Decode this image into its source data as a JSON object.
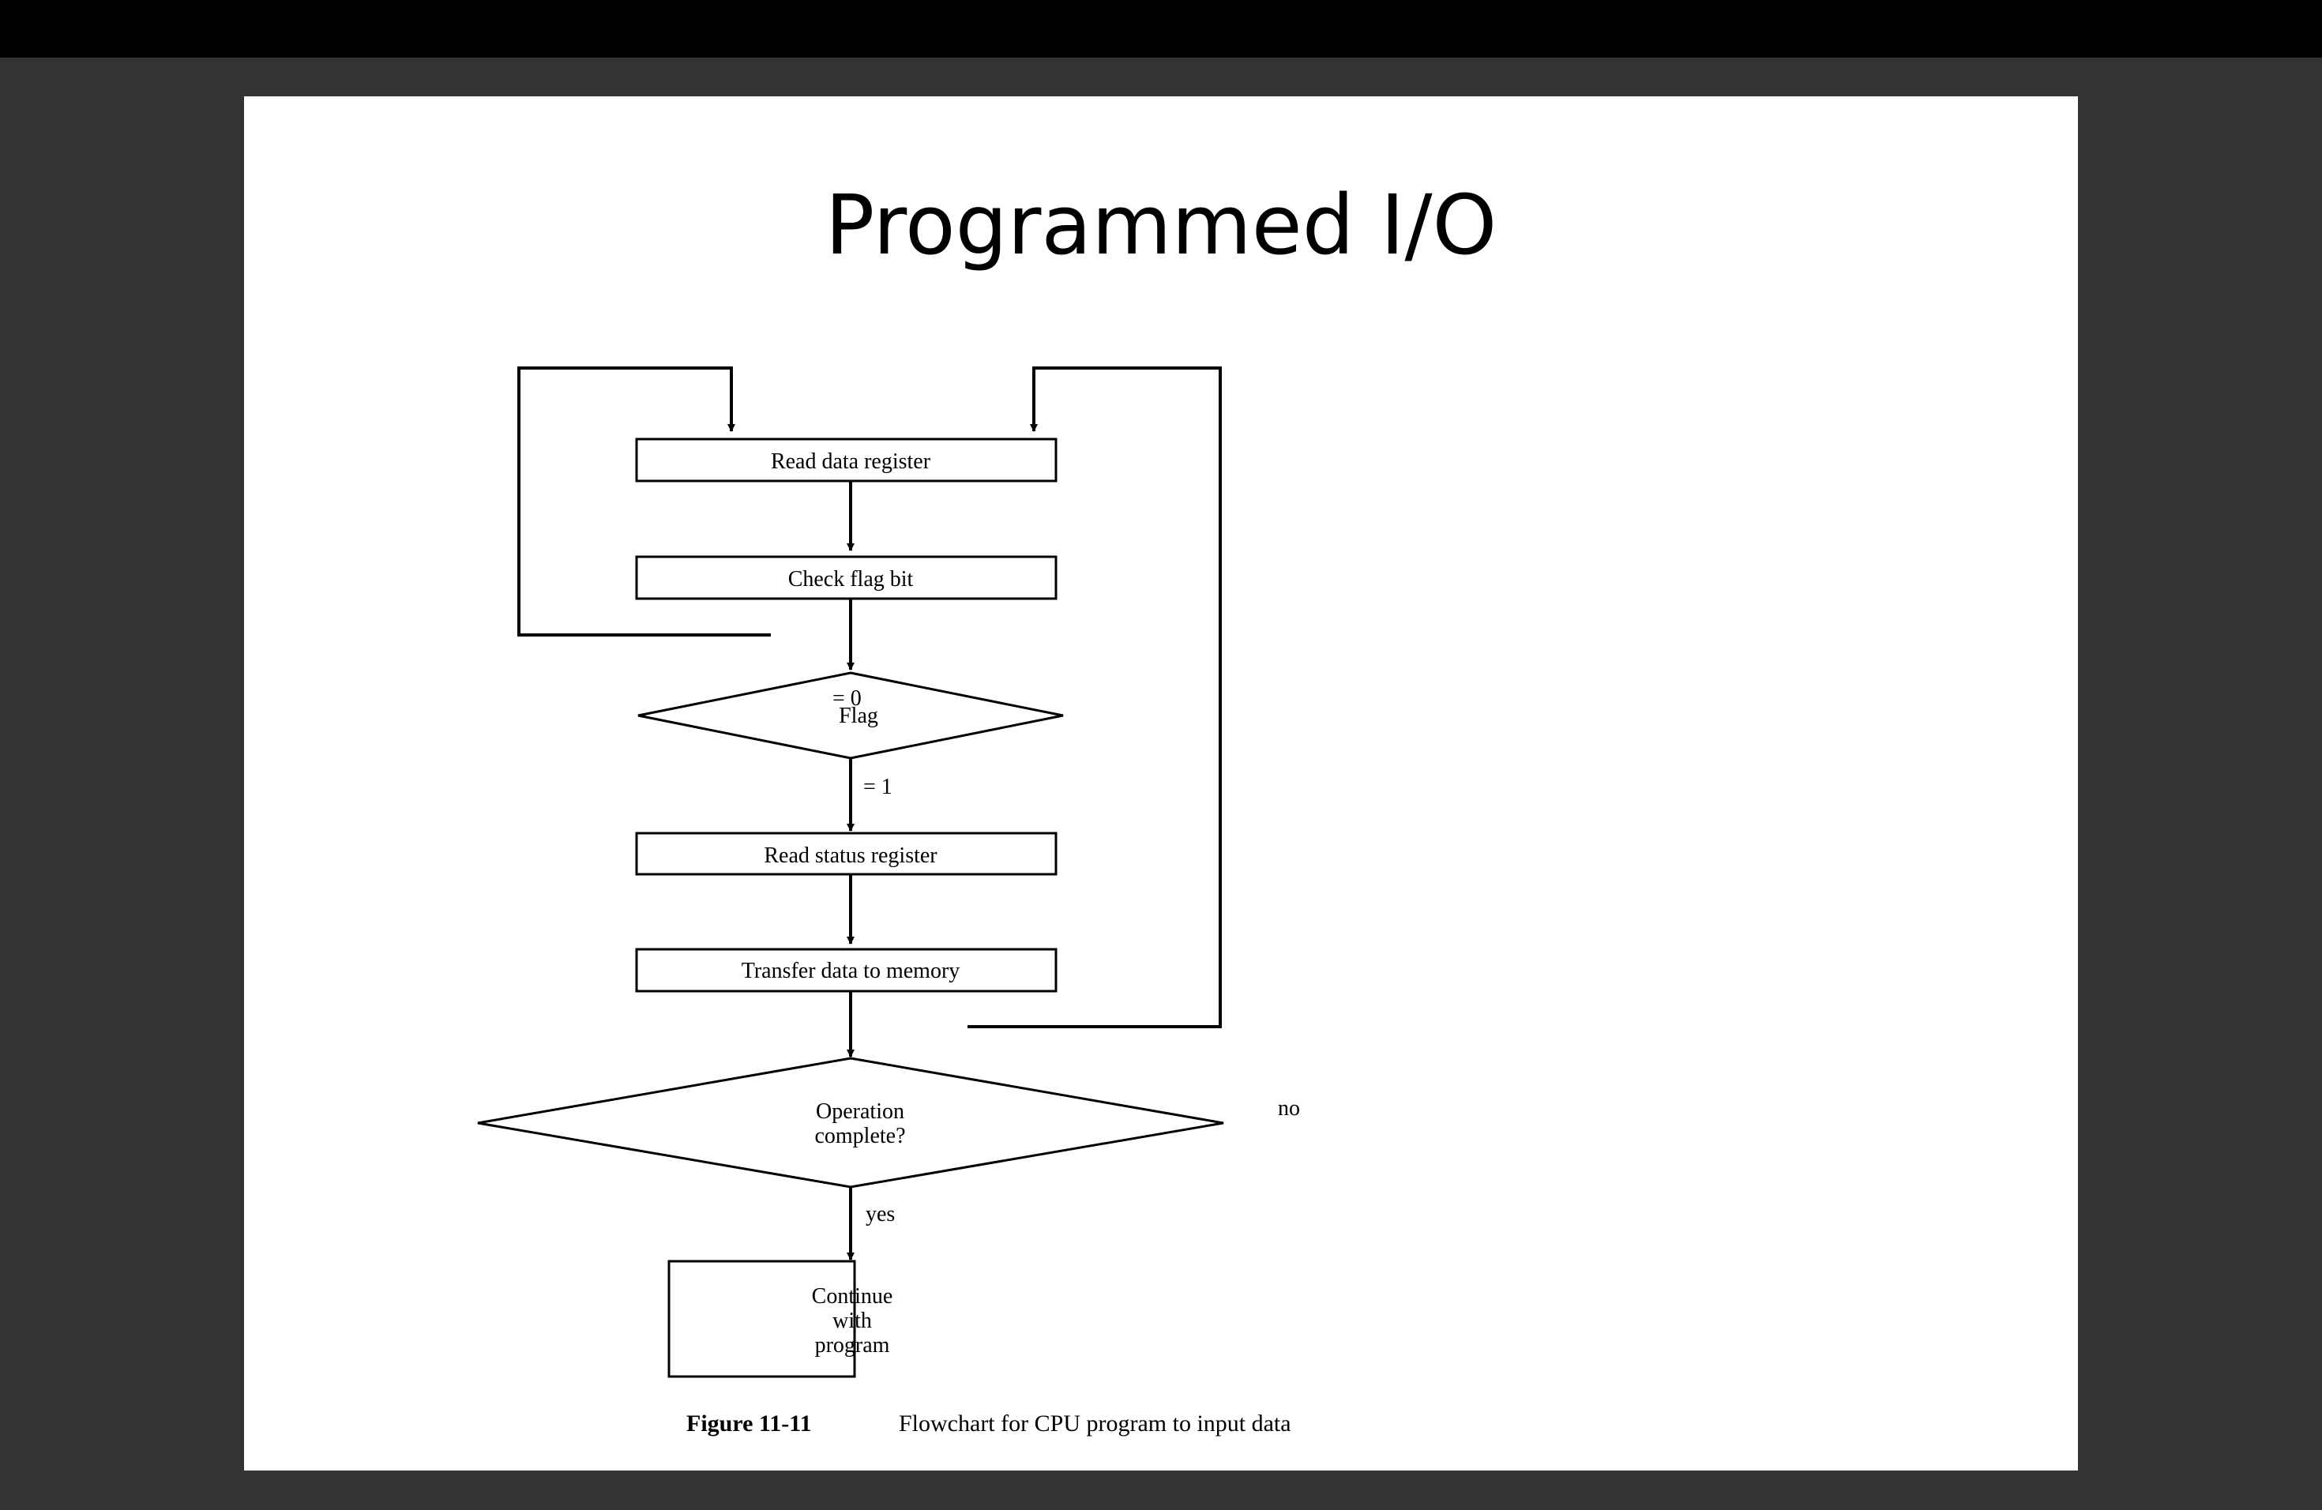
{
  "slide": {
    "title": "Programmed I/O"
  },
  "flowchart": {
    "nodes": {
      "read_data_register": "Read data register",
      "check_flag_bit": "Check flag bit",
      "flag": "Flag",
      "read_status_register": "Read status register",
      "transfer_data": "Transfer data to memory",
      "operation_complete_line1": "Operation",
      "operation_complete_line2": "complete?",
      "continue_line1": "Continue",
      "continue_line2": "with",
      "continue_line3": "program"
    },
    "edge_labels": {
      "flag_zero": "= 0",
      "flag_one": "= 1",
      "no": "no",
      "yes": "yes"
    },
    "caption": {
      "figure_number": "Figure 11-11",
      "text": "Flowchart for CPU program to input data"
    }
  },
  "colors": {
    "background": "#333333",
    "top_bar": "#000000",
    "slide": "#ffffff",
    "ink": "#000000"
  }
}
